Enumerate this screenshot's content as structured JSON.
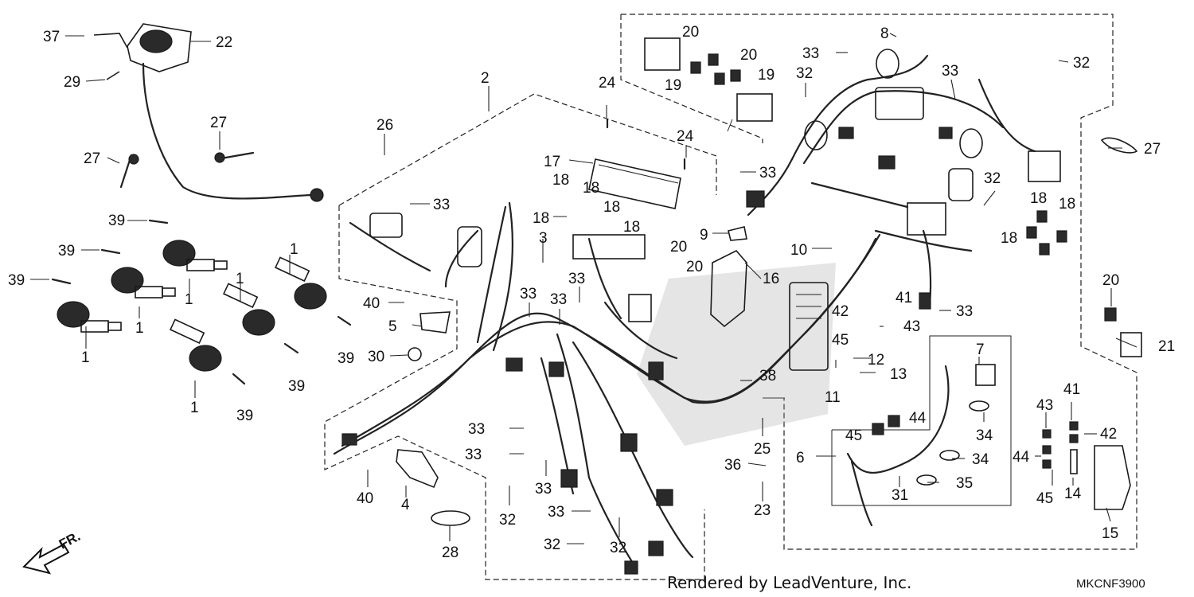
{
  "diagram": {
    "labels": {
      "p1a": "1",
      "p1b": "1",
      "p1c": "1",
      "p1d": "1",
      "p1e": "1",
      "p1f": "1",
      "p2": "2",
      "p3": "3",
      "p4": "4",
      "p5": "5",
      "p6": "6",
      "p7": "7",
      "p8": "8",
      "p9": "9",
      "p10": "10",
      "p11": "11",
      "p12": "12",
      "p13": "13",
      "p14": "14",
      "p15": "15",
      "p16": "16",
      "p17": "17",
      "p18a": "18",
      "p18b": "18",
      "p18c": "18",
      "p18d": "18",
      "p18e": "18",
      "p18f": "18",
      "p18g": "18",
      "p18h": "18",
      "p19a": "19",
      "p19b": "19",
      "p20a": "20",
      "p20b": "20",
      "p20c": "20",
      "p20d": "20",
      "p20e": "20",
      "p21": "21",
      "p22": "22",
      "p23": "23",
      "p24a": "24",
      "p24b": "24",
      "p25": "25",
      "p26": "26",
      "p27a": "27",
      "p27b": "27",
      "p27c": "27",
      "p28": "28",
      "p29": "29",
      "p30": "30",
      "p31": "31",
      "p32a": "32",
      "p32b": "32",
      "p32c": "32",
      "p32d": "32",
      "p32e": "32",
      "p32f": "32",
      "p33a": "33",
      "p33b": "33",
      "p33c": "33",
      "p33d": "33",
      "p33e": "33",
      "p33f": "33",
      "p33g": "33",
      "p33h": "33",
      "p33i": "33",
      "p33j": "33",
      "p33k": "33",
      "p33l": "33",
      "p34a": "34",
      "p34b": "34",
      "p35": "35",
      "p36": "36",
      "p37": "37",
      "p38": "38",
      "p39a": "39",
      "p39b": "39",
      "p39c": "39",
      "p39d": "39",
      "p39e": "39",
      "p39f": "39",
      "p40a": "40",
      "p40b": "40",
      "p41a": "41",
      "p41b": "41",
      "p42a": "42",
      "p42b": "42",
      "p43a": "43",
      "p43b": "43",
      "p44a": "44",
      "p44b": "44",
      "p45a": "45",
      "p45b": "45",
      "p45c": "45"
    },
    "direction_marker": "FR.",
    "footer": "Rendered by LeadVenture, Inc.",
    "code": "MKCNF3900"
  }
}
